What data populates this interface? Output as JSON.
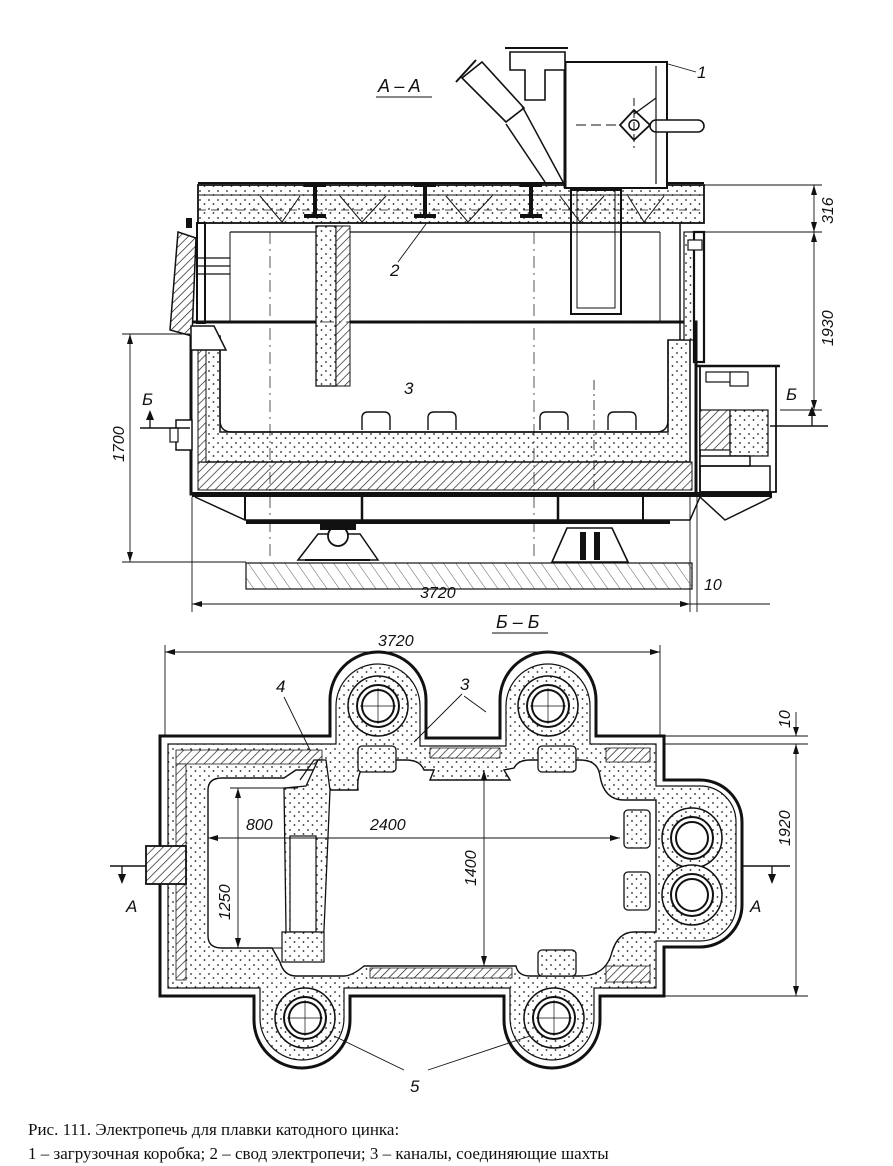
{
  "figure": {
    "section_top": "A – A",
    "section_bottom": "Б – Б",
    "cut_a": "А",
    "cut_b": "Б",
    "callouts": [
      "1",
      "2",
      "3",
      "4",
      "5"
    ],
    "dims_top": {
      "d316": "316",
      "d1930": "1930",
      "d1700": "1700",
      "d3720": "3720",
      "d10": "10"
    },
    "dims_bottom": {
      "d3720": "3720",
      "d10": "10",
      "d1920": "1920",
      "d800": "800",
      "d2400": "2400",
      "d1400": "1400",
      "d1250": "1250"
    }
  },
  "caption": {
    "title": "Рис. 111. Электропечь для плавки катодного цинка:",
    "legend": "1 – загрузочная коробка; 2 – свод электропечи; 3 – каналы, соединяющие шахты"
  }
}
